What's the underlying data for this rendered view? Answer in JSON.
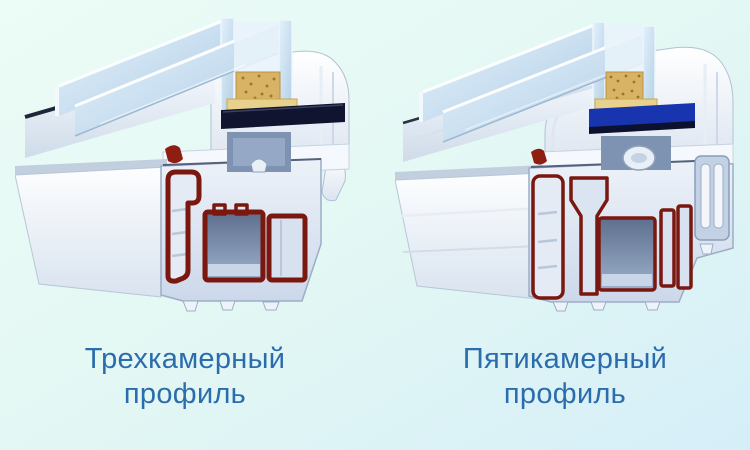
{
  "figures": [
    {
      "id": "three-chamber",
      "caption": "Трехкамерный профиль",
      "chambers": 3
    },
    {
      "id": "five-chamber",
      "caption": "Пятикамерный профиль",
      "chambers": 5
    }
  ],
  "colors": {
    "background_top": "#ecfcf6",
    "background_mid": "#e2f7f4",
    "background_bottom": "#d5eef8",
    "caption_text": "#2b6cad",
    "chamber_outline": "#7a170f",
    "profile_white": "#f7fafd",
    "profile_shadow": "#c7d4e4",
    "glass_blue": "#bdd7ec",
    "spacer_tan": "#d8b366",
    "seal_dark_navy": "#10142e",
    "seal_blue": "#1834ae",
    "gasket_red": "#8e1d12"
  }
}
